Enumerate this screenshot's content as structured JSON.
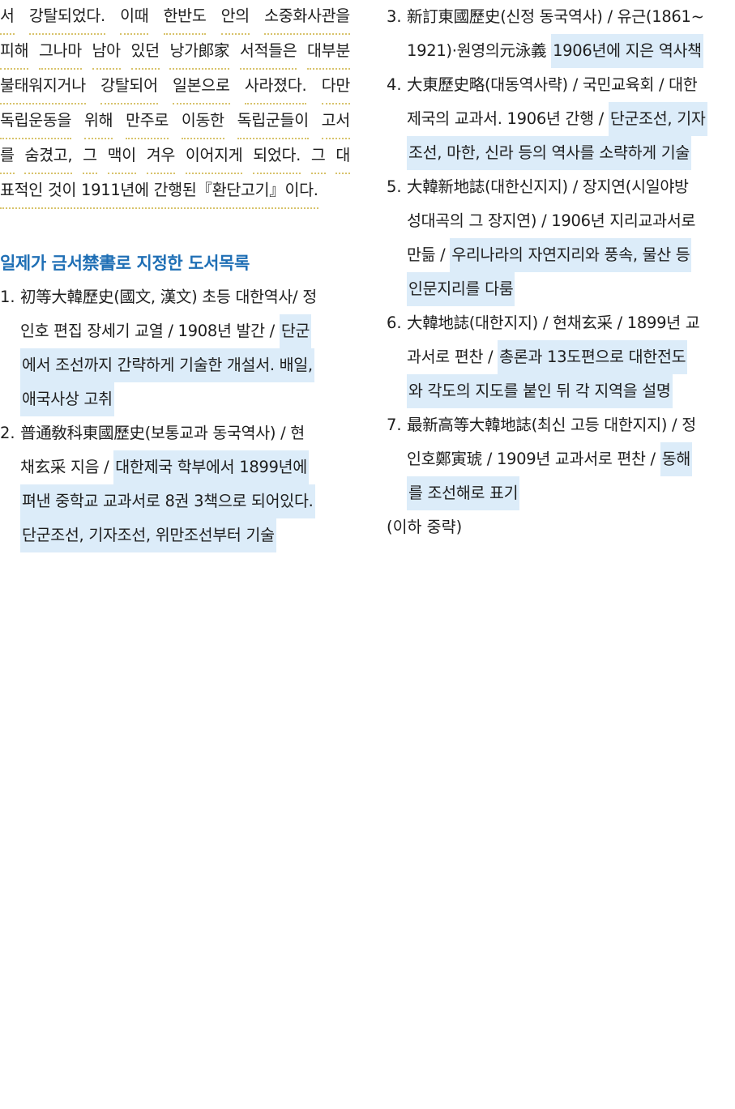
{
  "intro_lines": [
    [
      "서",
      "강탈되었다.",
      "이때",
      "한반도",
      "안의",
      "소중화사관을"
    ],
    [
      "피해",
      "그나마",
      "남아",
      "있던",
      "낭가郞家",
      "서적들은",
      "대부분"
    ],
    [
      "불태워지거나",
      "강탈되어",
      "일본으로",
      "사라졌다.",
      "다만"
    ],
    [
      "독립운동을",
      "위해",
      "만주로",
      "이동한",
      "독립군들이",
      "고서"
    ],
    [
      "를",
      "숨겼고,",
      "그",
      "맥이",
      "겨우",
      "이어지게",
      "되었다.",
      "그",
      "대"
    ],
    [
      "표적인 것이 1911년에 간행된『환단고기』이다."
    ]
  ],
  "heading": "일제가 금서禁書로 지정한 도서목록",
  "items_left": [
    {
      "num": "1.",
      "lines": [
        [
          {
            "t": "初等大韓歷史(國文, 漢文) 초등 대한역사/ 정",
            "h": false
          }
        ],
        [
          {
            "t": "인호 편집 장세기 교열 / 1908년 발간 / ",
            "h": false
          },
          {
            "t": "단군",
            "h": true
          }
        ],
        [
          {
            "t": "에서 조선까지 간략하게 기술한 개설서. 배일,",
            "h": true
          }
        ],
        [
          {
            "t": "애국사상 고취",
            "h": true
          }
        ]
      ]
    },
    {
      "num": "2.",
      "lines": [
        [
          {
            "t": "普通敎科東國歷史(보통교과 동국역사) / 현",
            "h": false
          }
        ],
        [
          {
            "t": "채玄采 지음 / ",
            "h": false
          },
          {
            "t": "대한제국 학부에서 1899년에",
            "h": true
          }
        ],
        [
          {
            "t": "펴낸 중학교 교과서로 8권 3책으로 되어있다.",
            "h": true
          }
        ],
        [
          {
            "t": "단군조선, 기자조선, 위만조선부터 기술",
            "h": true
          }
        ]
      ]
    }
  ],
  "items_right": [
    {
      "num": "3.",
      "lines": [
        [
          {
            "t": "新訂東國歷史(신정 동국역사) / 유근(1861~",
            "h": false
          }
        ],
        [
          {
            "t": "1921)·원영의元泳義 ",
            "h": false
          },
          {
            "t": "1906년에 지은 역사책",
            "h": true
          }
        ]
      ]
    },
    {
      "num": "4.",
      "lines": [
        [
          {
            "t": "大東歷史略(대동역사략) / 국민교육회 / 대한",
            "h": false
          }
        ],
        [
          {
            "t": "제국의 교과서. 1906년 간행 / ",
            "h": false
          },
          {
            "t": "단군조선, 기자",
            "h": true
          }
        ],
        [
          {
            "t": "조선, 마한, 신라 등의 역사를 소략하게 기술",
            "h": true
          }
        ]
      ]
    },
    {
      "num": "5.",
      "lines": [
        [
          {
            "t": "大韓新地誌(대한신지지) / 장지연(시일야방",
            "h": false
          }
        ],
        [
          {
            "t": "성대곡의 그 장지연) / 1906년 지리교과서로",
            "h": false
          }
        ],
        [
          {
            "t": "만듦 / ",
            "h": false
          },
          {
            "t": "우리나라의 자연지리와 풍속, 물산 등",
            "h": true
          }
        ],
        [
          {
            "t": "인문지리를 다룸",
            "h": true
          }
        ]
      ]
    },
    {
      "num": "6.",
      "lines": [
        [
          {
            "t": "大韓地誌(대한지지) / 현채玄采 / 1899년 교",
            "h": false
          }
        ],
        [
          {
            "t": "과서로 편찬 / ",
            "h": false
          },
          {
            "t": "총론과 13도편으로 대한전도",
            "h": true
          }
        ],
        [
          {
            "t": "와 각도의 지도를 붙인 뒤 각 지역을 설명",
            "h": true
          }
        ]
      ]
    },
    {
      "num": "7.",
      "lines": [
        [
          {
            "t": "最新高等大韓地誌(최신 고등 대한지지) / 정",
            "h": false
          }
        ],
        [
          {
            "t": "인호鄭寅琥 / 1909년 교과서로 편찬 / ",
            "h": false
          },
          {
            "t": "동해",
            "h": true
          }
        ],
        [
          {
            "t": "를 조선해로 표기",
            "h": true
          }
        ]
      ]
    }
  ],
  "note": "(이하 중략)",
  "colors": {
    "heading": "#1f6fb5",
    "highlight": "#dcecf9",
    "underline": "#d8c36b",
    "text": "#1e1e1e"
  }
}
